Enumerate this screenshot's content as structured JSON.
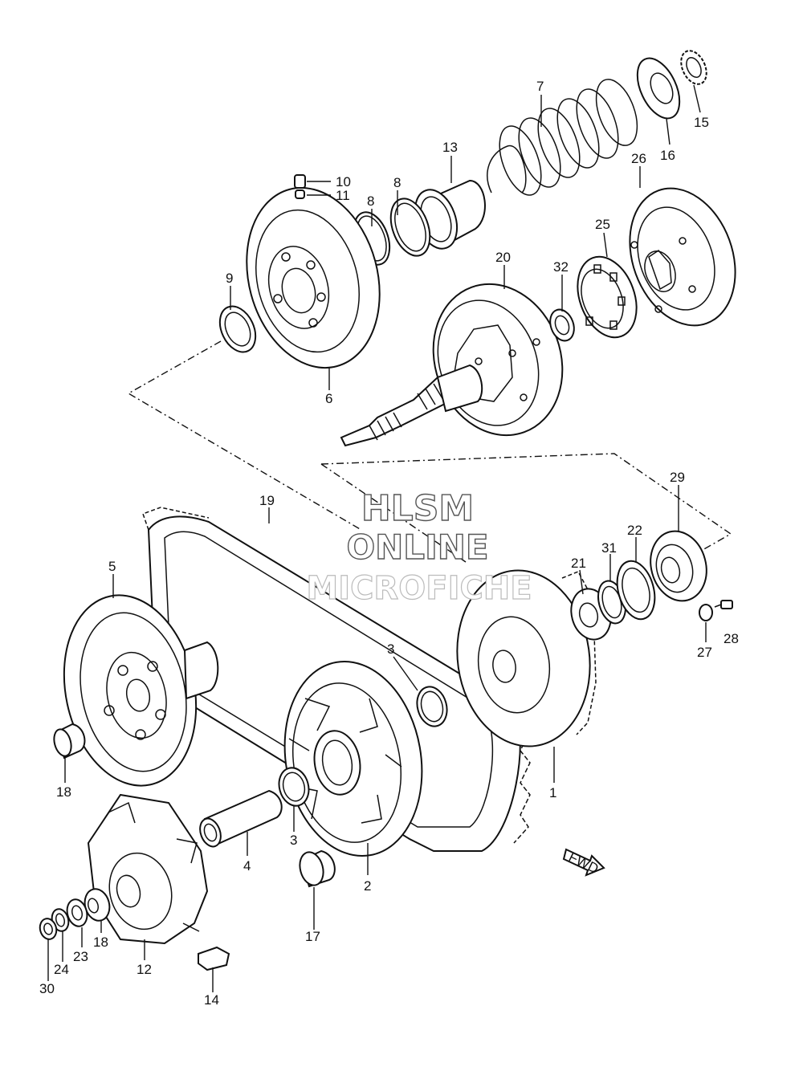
{
  "watermark": {
    "line1": "HLSM",
    "line2": "ONLINE",
    "line3": "MICROFICHE"
  },
  "fwd_label": "FWD",
  "callouts": {
    "c1": "1",
    "c2": "2",
    "c3a": "3",
    "c3b": "3",
    "c4": "4",
    "c5": "5",
    "c6": "6",
    "c7": "7",
    "c8a": "8",
    "c8b": "8",
    "c9": "9",
    "c10": "10",
    "c11": "11",
    "c12": "12",
    "c13": "13",
    "c14": "14",
    "c15": "15",
    "c16": "16",
    "c17": "17",
    "c18a": "18",
    "c18b": "18",
    "c19": "19",
    "c20": "20",
    "c21": "21",
    "c22": "22",
    "c23": "23",
    "c24": "24",
    "c25": "25",
    "c26": "26",
    "c27": "27",
    "c28": "28",
    "c29": "29",
    "c30": "30",
    "c31": "31",
    "c32": "32"
  }
}
